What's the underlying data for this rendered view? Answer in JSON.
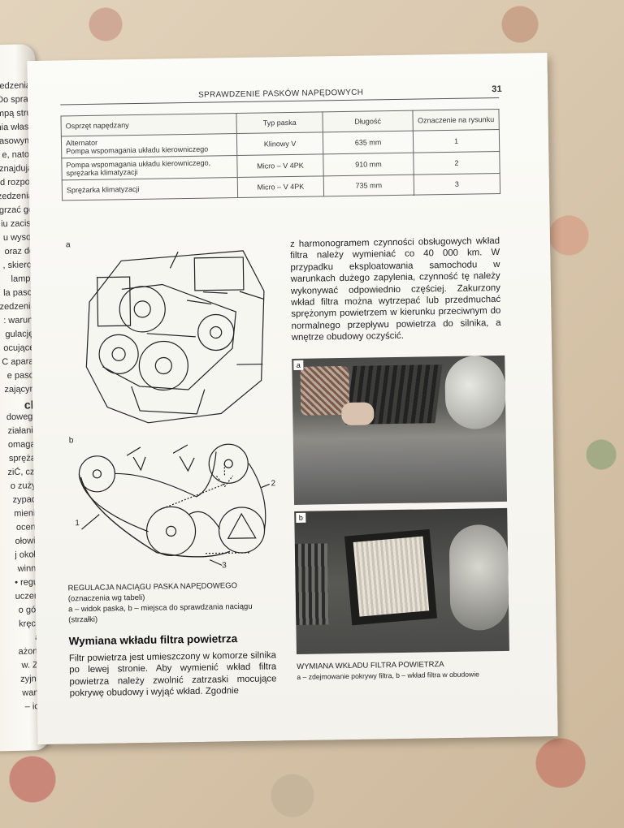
{
  "left_page": {
    "fragments": [
      "rzedzenia",
      "Do spra-",
      "mpą stru",
      "nia włas-",
      "pasowym",
      "e, nato-",
      "znajdują",
      "d rozpo-",
      "zedzenia",
      "grzać go",
      "iu zacis-",
      "u wyso-",
      "oraz do",
      ", skiero-",
      "lampy",
      "la paso-",
      "zedzenia",
      ": warun-",
      "gulację.",
      "ocującej",
      "C apara-",
      "e paso-",
      "zającym",
      "ch",
      "dowego",
      "ziałanie",
      "omaga-",
      "spręża-",
      "ziĆ, czy",
      "o zuży-",
      "zypad-",
      "mienić",
      "oceny",
      "ołowie",
      "j około",
      "winno",
      "• regu-",
      "uczem",
      "o gór-",
      "kręcić",
      "a.",
      "ażone",
      "w. Za",
      "zyjnie",
      "wane",
      "– ich"
    ]
  },
  "header": {
    "title": "SPRAWDZENIE PASKÓW NAPĘDOWYCH",
    "page_number": "31"
  },
  "table": {
    "headers": [
      "Osprzęt napędzany",
      "Typ paska",
      "Długość",
      "Oznaczenie na rysunku"
    ],
    "rows": [
      [
        "Alternator\nPompa wspomagania układu kierowniczego",
        "Klinowy V",
        "635 mm",
        "1"
      ],
      [
        "Pompa wspomagania układu kierowniczego, sprężarka klimatyzacji",
        "Micro – V 4PK",
        "910 mm",
        "2"
      ],
      [
        "Sprężarka klimatyzacji",
        "Micro – V 4PK",
        "735 mm",
        "3"
      ]
    ]
  },
  "figure_left": {
    "label_a": "a",
    "label_b": "b",
    "callouts": [
      "1",
      "2",
      "3"
    ],
    "caption_title": "REGULACJA NACIĄGU PASKA NAPĘDOWEGO",
    "caption_lines": [
      "(oznaczenia wg tabeli)",
      "a – widok paska, b – miejsca do sprawdzania naciągu",
      "(strzałki)"
    ]
  },
  "right_text": "z harmonogramem czynności obsługowych wkład filtra należy wymieniać co 40 000 km. W przypadku eksploatowania samochodu w warunkach dużego zapylenia, czynność tę należy wykonywać odpowiednio częściej. Zakurzony wkład filtra można wytrzepać lub przedmuchać sprężonym powietrzem w kierunku przeciwnym do normalnego przepływu powietrza do silnika, a wnętrze obudowy oczyścić.",
  "section": {
    "heading": "Wymiana wkładu filtra powietrza",
    "text": "Filtr powietrza jest umieszczony w komorze silnika po lewej stronie. Aby wymienić wkład filtra powietrza należy zwolnić zatrzaski mocujące pokrywę obudowy i wyjąć wkład. Zgodnie"
  },
  "photos": {
    "tag_a": "a",
    "tag_b": "b",
    "caption_title": "WYMIANA WKŁADU FILTRA POWIETRZA",
    "caption_line": "a – zdejmowanie pokrywy filtra, b – wkład filtra w obudowie"
  }
}
